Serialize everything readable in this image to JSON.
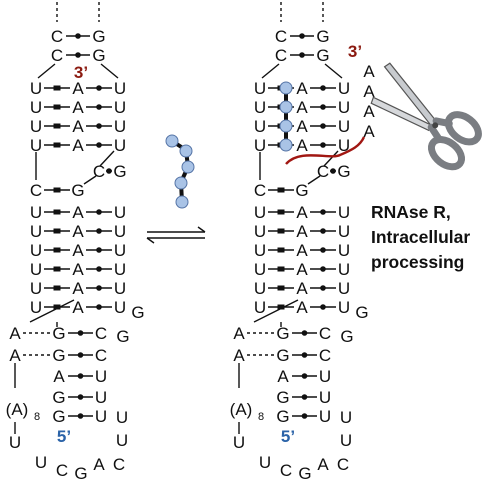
{
  "colors": {
    "text": "#111111",
    "three_prime": "#8b1a10",
    "five_prime": "#2b63a8",
    "ligand_fill": "#a9c3e6",
    "ligand_edge": "#5574a6",
    "scissors_handle": "#7a7d82",
    "scissors_blade": "#c8cbcf",
    "red_strand": "#a11712"
  },
  "icons": {
    "ligand": "ligand-bead-chain-icon",
    "scissors": "scissors-icon",
    "equilibrium": "equilibrium-arrows-icon"
  },
  "labels": {
    "three_prime": "3’",
    "five_prime": "5’",
    "polyA_left": "(A)",
    "polyA_sub": "8",
    "side_text": [
      "RNAse R,",
      "Intracellular",
      "processing"
    ]
  },
  "structure": {
    "top_pairs": [
      [
        "C",
        "G"
      ],
      [
        "C",
        "G"
      ]
    ],
    "upper_triples": [
      [
        "U",
        "A",
        "U"
      ],
      [
        "U",
        "A",
        "U"
      ],
      [
        "U",
        "A",
        "U"
      ],
      [
        "U",
        "A",
        "U"
      ]
    ],
    "bulge": [
      "C",
      "G"
    ],
    "lower_pair": [
      "C",
      "G"
    ],
    "lower_triples": [
      [
        "U",
        "A",
        "U"
      ],
      [
        "U",
        "A",
        "U"
      ],
      [
        "U",
        "A",
        "U"
      ],
      [
        "U",
        "A",
        "U"
      ],
      [
        "U",
        "A",
        "U"
      ],
      [
        "U",
        "A",
        "U"
      ]
    ],
    "trailing_G": "G",
    "outer_G": "G",
    "bottom_left": [
      "A",
      "A"
    ],
    "bottom_pairs": [
      [
        "G",
        "C"
      ],
      [
        "G",
        "C"
      ],
      [
        "A",
        "U"
      ],
      [
        "G",
        "U"
      ],
      [
        "G",
        "U"
      ]
    ],
    "hinge_U": "U",
    "loop_right": [
      "U",
      "U",
      "C"
    ],
    "loop_bottom": [
      "U",
      "C",
      "G",
      "A"
    ],
    "tail_3prime": [
      "A",
      "A",
      "A",
      "A"
    ]
  }
}
